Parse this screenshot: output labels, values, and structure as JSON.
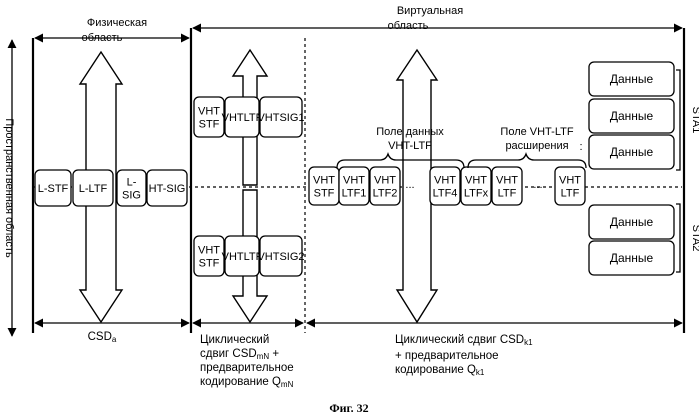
{
  "labels": {
    "physical_region": "Физическая\nобласть",
    "virtual_region": "Виртуальная\nобласть",
    "spatial_region": "Пространственная область",
    "csd_a": "CSD",
    "csd_a_sub": "a",
    "data_field": "Поле данных\nVHT-LTF",
    "ext_field": "Поле VHT-LTF\nрасширения",
    "sta1": "STA1",
    "sta2": "STA2",
    "cyclic_mn_1": "Циклический",
    "cyclic_mn_2": "сдвиг CSD",
    "cyclic_mn_2_sub": "mN",
    "cyclic_mn_2_tail": " +",
    "cyclic_mn_3": "предварительное",
    "cyclic_mn_4": "кодирование  Q",
    "cyclic_mn_4_sub": "mN",
    "cyclic_k1_1": "Циклический сдвиг CSD",
    "cyclic_k1_1_sub": "k1",
    "cyclic_k1_2": "+ предварительное",
    "cyclic_k1_3": "кодирование  Q",
    "cyclic_k1_3_sub": "k1",
    "fig_caption": "Фиг. 32",
    "ellipsis": "...",
    "colon": ":"
  },
  "legacy_fields": [
    "L-STF",
    "L-LTF",
    "L-\nSIG",
    "HT-SIG"
  ],
  "upper_stream": [
    "VHT\nSTF",
    "VHTLTF",
    "VHTSIG1"
  ],
  "lower_stream": [
    "VHT\nSTF",
    "VHTLTF",
    "VHTSIG2"
  ],
  "virtual_fields": [
    "VHT\nSTF",
    "VHT\nLTF1",
    "VHT\nLTF2",
    "VHT\nLTF4",
    "VHT\nLTFx",
    "VHT\nLTF",
    "VHT\nLTF"
  ],
  "data_boxes": [
    "Данные",
    "Данные",
    "Данные",
    "Данные",
    "Данные"
  ]
}
